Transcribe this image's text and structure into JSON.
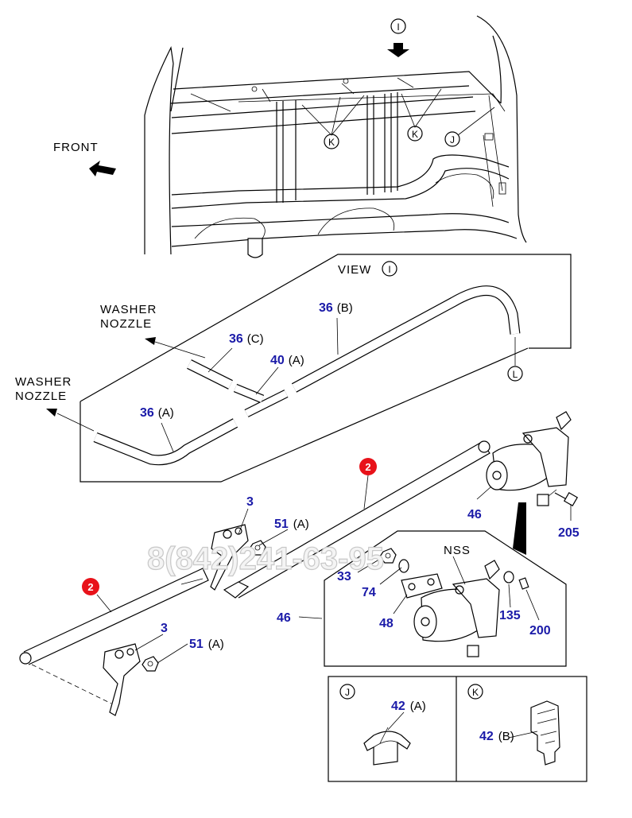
{
  "views": {
    "i": "I",
    "j": "J",
    "k": "K",
    "l": "L",
    "view_word": "VIEW"
  },
  "labels": {
    "front": "FRONT",
    "washer": "WASHER",
    "nozzle": "NOZZLE",
    "nss": "NSS"
  },
  "parts": {
    "p2": "2",
    "p3": "3",
    "p33": "33",
    "p36": "36",
    "p40": "40",
    "p42": "42",
    "p46": "46",
    "p48": "48",
    "p51": "51",
    "p74": "74",
    "p135": "135",
    "p200": "200",
    "p205": "205"
  },
  "suffixes": {
    "a": "(A)",
    "b": "(B)",
    "c": "(C)"
  },
  "watermark": "8(842)241-63-95"
}
